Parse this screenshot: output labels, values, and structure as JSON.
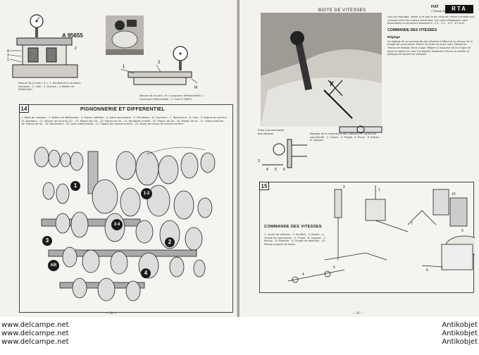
{
  "left_page": {
    "figure_a": {
      "code": "A 95655",
      "caption": "Mesure de la cote « e ». 1. Roulement à rouleaux coniques - 2. Cale - 3. Anneau - 4. Boîtier de différentiel."
    },
    "figure_b": {
      "caption": "Mesure de la cote « B » (couronne d'étanchéité) 1. Couronne d'étanchéité - 2. Outil A 95653."
    },
    "section": {
      "number": "14",
      "title": "PIGNONNERIE ET DIFFERENTIEL",
      "legend": "1. Boîte de vitesses - 2. Boîtier de différentiel - 3. Pignon satellite - 4. Arbre secondaire - 5. Planétaire - 6. Couronne - 7. Roulement - 8. Cale - 9. Bague de synchro - 10. Baladeur - 11. Moyeu de synchro 1/2 - 12. Pignon de 1re - 13. Pignon de 2e - 14. Rondelles d'arrêt - 15. Pignon de 3e - 16. Pignon de 4e - 17. Arbre primaire - 18. Pignon de 5e - 19. Roulement - 20. Joint d'étanchéité - 21. Pignon de marche arrière - 22. Arbre de renvoi de marche arrière.",
      "badges": [
        "1",
        "1-2",
        "3-4",
        "2",
        "3",
        "4",
        "AR"
      ]
    },
    "folio": "— 38 —"
  },
  "right_page": {
    "header": {
      "title": "BOITE DE VITESSES",
      "brand": "FIAT",
      "model": "« Panda 45 »",
      "logo": "RTA"
    },
    "photo_caption": "Pose à la commande des vitesses - X (Z).",
    "column_intro": "Lors du montage, veiller à ce que le jeu axial de l'arbre primaire soit compris entre les valeurs prescrites. Les cales d'épaisseur sont disponibles en plusieurs épaisseurs : 0,1 - 0,2 - 0,3 - 0,5 mm.",
    "heading_1": "COMMANDE DES VITESSES",
    "heading_2": "Réglage",
    "column_body": "Le réglage de la commande des vitesses s'effectue au niveau de la tringle de commande. Placer le levier au point mort. Desserrer l'écrou de fixation de la chape. Régler la longueur de la tringle de façon à obtenir la cote X indiquée. Resserrer l'écrou et vérifier le passage de toutes les vitesses.",
    "lever_caption": "Réglage de la commande des vitesses : 1. Levier de commande - 2. Chape - 3. Tringle - 4. Écrou - 5. Rotule - 6. Support.",
    "section": {
      "number": "15",
      "title": "COMMANDE DES VITESSES",
      "legend": "1. Levier de vitesses - 2. Soufflet - 3. Rotule - 4. Tringle de commande - 5. Chape - 6. Support - 7. Renvoi - 8. Biellette - 9. Tringle de sélection - 10. Plaque support de levier."
    },
    "folio": "— 39 —"
  },
  "footer": {
    "left_lines": [
      "www.delcampe.net",
      "www.delcampe.net",
      "www.delcampe.net"
    ],
    "right_lines": [
      "Antikobjet",
      "Antikobjet",
      "Antikobjet"
    ]
  }
}
